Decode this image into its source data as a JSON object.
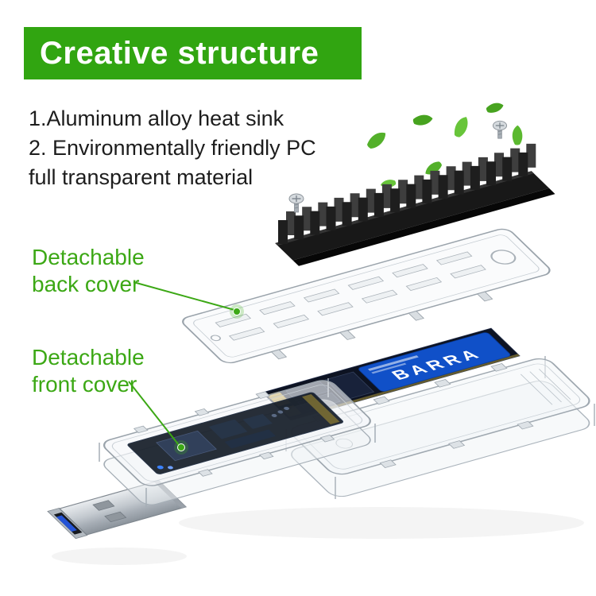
{
  "banner": {
    "title": "Creative structure"
  },
  "description": {
    "line1": "1.Aluminum alloy heat sink",
    "line2": "2. Environmentally friendly PC",
    "line3": "full transparent material"
  },
  "callouts": {
    "back": {
      "line1": "Detachable",
      "line2": "back cover"
    },
    "front": {
      "line1": "Detachable",
      "line2": "front cover"
    }
  },
  "illustration": {
    "ssd_label": "BARRA",
    "parts": {
      "heatsink": "aluminum-heatsink",
      "back_cover": "detachable-back-cover",
      "ssd": "m2-ssd",
      "front_cover": "detachable-front-cover",
      "usb": "usb-a-connector",
      "leaves": "eco-leaves",
      "screws": "mounting-screws"
    }
  },
  "colors": {
    "accent_green": "#31A511",
    "callout_green": "#3CA815",
    "heatsink_black": "#1b1b1b",
    "ssd_label_blue": "#1050c8",
    "usb_tongue_blue": "#2453d6"
  }
}
